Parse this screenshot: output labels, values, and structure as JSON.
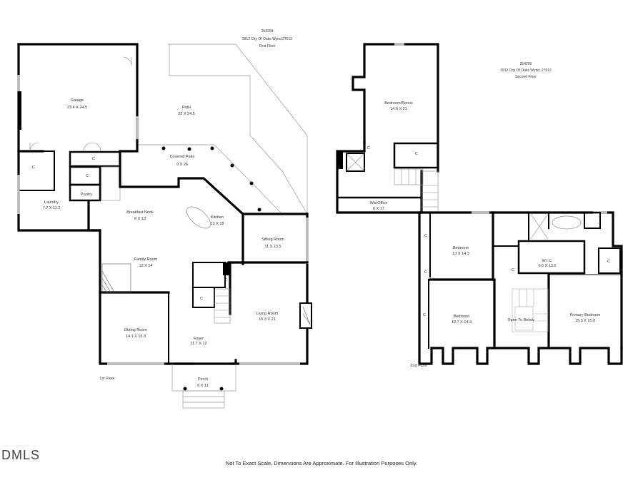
{
  "first_floor_header": {
    "id": "254209",
    "address": "3912 City Of Oaks Wynd,27612",
    "floor": "First Floor"
  },
  "second_floor_header": {
    "id": "254209",
    "address": "3912 City Of Oaks Wynd, 27612",
    "floor": "Second Floor"
  },
  "first_floor": {
    "label": "1st Floor",
    "rooms": [
      {
        "name": "Garage",
        "dims": "23.4 X 24.5"
      },
      {
        "name": "Patio",
        "dims": "22 X 24.5"
      },
      {
        "name": "Covered Patio",
        "dims": "9 X 26"
      },
      {
        "name": "Laundry",
        "dims": "7.7 X 11.2"
      },
      {
        "name": "Pantry",
        "dims": ""
      },
      {
        "name": "Breakfast Nook",
        "dims": "8 X 13"
      },
      {
        "name": "Kitchen",
        "dims": "13 X 18"
      },
      {
        "name": "Sitting Room",
        "dims": "11 X 13.5"
      },
      {
        "name": "Family Room",
        "dims": "13 X 14"
      },
      {
        "name": "Dining Room",
        "dims": "14.1 X 15.3"
      },
      {
        "name": "Foyer",
        "dims": "11.7 X 12"
      },
      {
        "name": "Living Room",
        "dims": "15.3 X 21"
      },
      {
        "name": "Porch",
        "dims": "6 X 11"
      }
    ],
    "closet_label": "C"
  },
  "second_floor": {
    "label": "2nd Floor",
    "rooms": [
      {
        "name": "Bedroom/Bonus",
        "dims": "14.6 X 21"
      },
      {
        "name": "Wic/Office",
        "dims": "6 X 17"
      },
      {
        "name": "Bedroom",
        "dims": "13 X 14.3"
      },
      {
        "name": "W.I.C.",
        "dims": "6.6 X 13.6"
      },
      {
        "name": "Bedroom",
        "dims": "12.7 X 14.3"
      },
      {
        "name": "Open To Below",
        "dims": ""
      },
      {
        "name": "Primary Bedroom",
        "dims": "15.3 X 15.8"
      }
    ],
    "closet_label": "C"
  },
  "footer": {
    "disclaimer": "Not To Exact Scale, Dimensions Are Approximate. For Illustration Purposes Only.",
    "logo": "DMLS"
  }
}
